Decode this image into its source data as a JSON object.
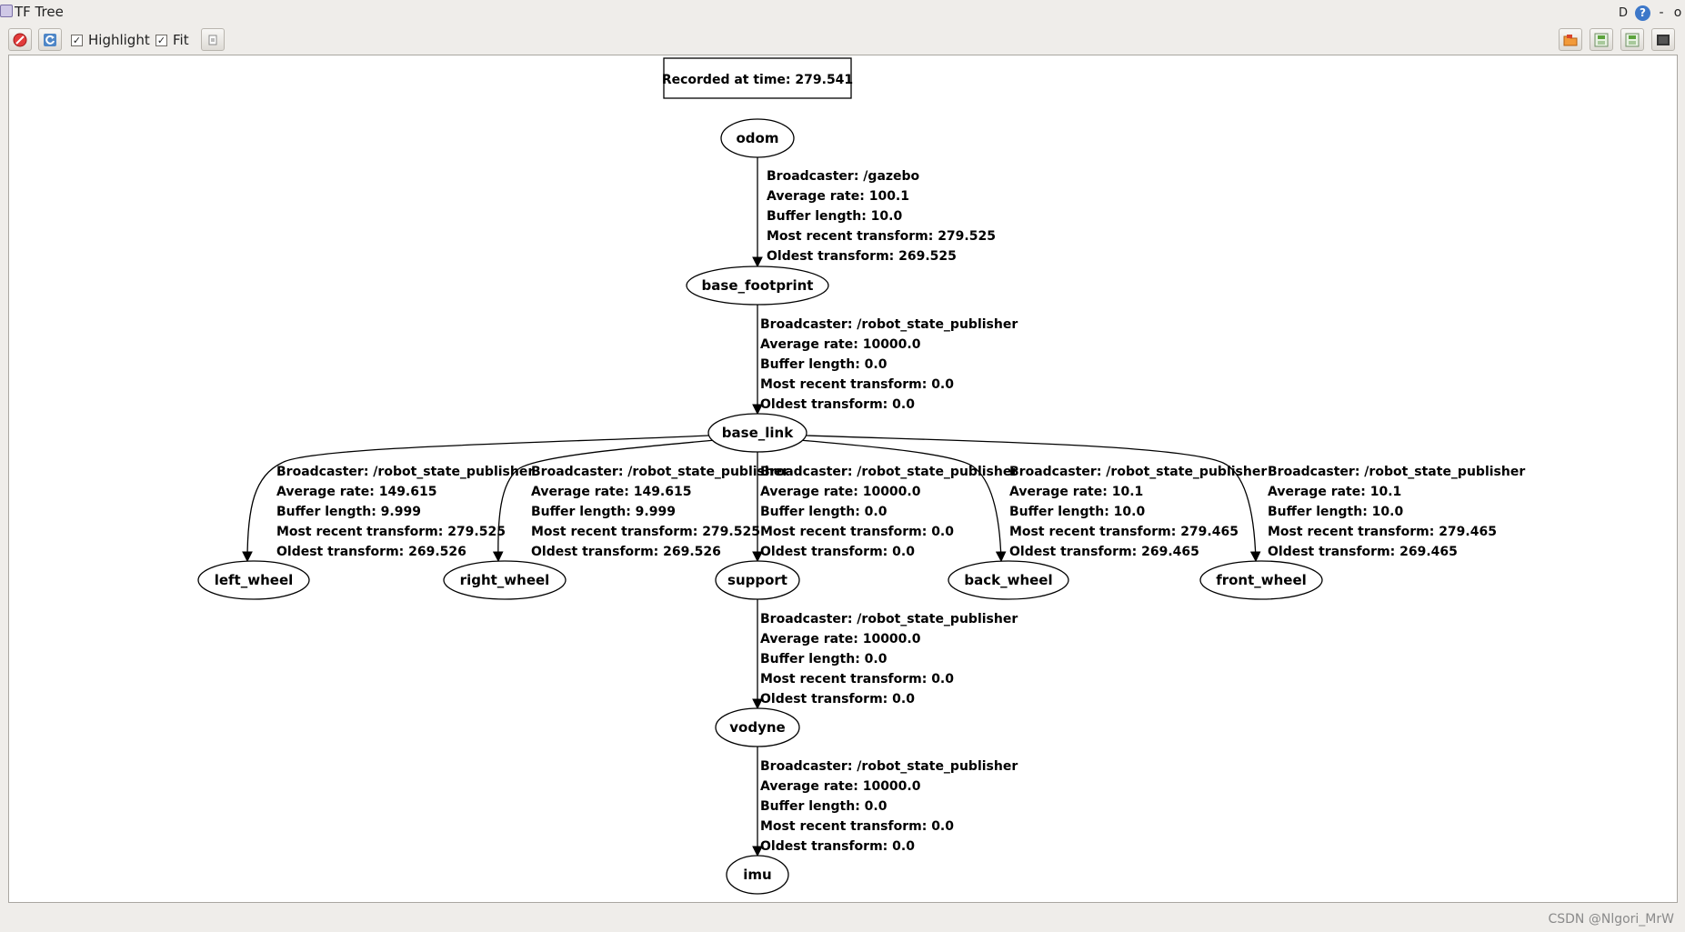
{
  "window": {
    "title": "TF Tree",
    "right_label": "D",
    "help_label": "?",
    "minimize_label": "-",
    "close_label": "o"
  },
  "toolbar": {
    "highlight_label": "Highlight",
    "highlight_checked": true,
    "fit_label": "Fit",
    "fit_checked": true
  },
  "graph": {
    "recorded": "Recorded at time: 279.541",
    "nodes": {
      "odom": "odom",
      "base_footprint": "base_footprint",
      "base_link": "base_link",
      "left_wheel": "left_wheel",
      "right_wheel": "right_wheel",
      "support": "support",
      "back_wheel": "back_wheel",
      "front_wheel": "front_wheel",
      "vodyne": "vodyne",
      "imu": "imu"
    },
    "edges": [
      {
        "id": "odom-base_footprint",
        "lines": [
          "Broadcaster: /gazebo",
          "Average rate: 100.1",
          "Buffer length: 10.0",
          "Most recent transform: 279.525",
          "Oldest transform: 269.525"
        ]
      },
      {
        "id": "base_footprint-base_link",
        "lines": [
          "Broadcaster: /robot_state_publisher",
          "Average rate: 10000.0",
          "Buffer length: 0.0",
          "Most recent transform: 0.0",
          "Oldest transform: 0.0"
        ]
      },
      {
        "id": "base_link-left_wheel",
        "lines": [
          "Broadcaster: /robot_state_publisher",
          "Average rate: 149.615",
          "Buffer length: 9.999",
          "Most recent transform: 279.525",
          "Oldest transform: 269.526"
        ]
      },
      {
        "id": "base_link-right_wheel",
        "lines": [
          "Broadcaster: /robot_state_publisher",
          "Average rate: 149.615",
          "Buffer length: 9.999",
          "Most recent transform: 279.525",
          "Oldest transform: 269.526"
        ]
      },
      {
        "id": "base_link-support",
        "lines": [
          "Broadcaster: /robot_state_publisher",
          "Average rate: 10000.0",
          "Buffer length: 0.0",
          "Most recent transform: 0.0",
          "Oldest transform: 0.0"
        ]
      },
      {
        "id": "base_link-back_wheel",
        "lines": [
          "Broadcaster: /robot_state_publisher",
          "Average rate: 10.1",
          "Buffer length: 10.0",
          "Most recent transform: 279.465",
          "Oldest transform: 269.465"
        ]
      },
      {
        "id": "base_link-front_wheel",
        "lines": [
          "Broadcaster: /robot_state_publisher",
          "Average rate: 10.1",
          "Buffer length: 10.0",
          "Most recent transform: 279.465",
          "Oldest transform: 269.465"
        ]
      },
      {
        "id": "support-vodyne",
        "lines": [
          "Broadcaster: /robot_state_publisher",
          "Average rate: 10000.0",
          "Buffer length: 0.0",
          "Most recent transform: 0.0",
          "Oldest transform: 0.0"
        ]
      },
      {
        "id": "vodyne-imu",
        "lines": [
          "Broadcaster: /robot_state_publisher",
          "Average rate: 10000.0",
          "Buffer length: 0.0",
          "Most recent transform: 0.0",
          "Oldest transform: 0.0"
        ]
      }
    ]
  },
  "watermark": "CSDN @Nlgori_MrW",
  "icons": {
    "stop": "stop-icon",
    "refresh": "refresh-icon",
    "screenshot": "screenshot-icon",
    "open": "open-folder-icon",
    "save_dot": "save-dot-icon",
    "save_image": "save-image-icon",
    "fullscreen": "fullscreen-icon"
  }
}
